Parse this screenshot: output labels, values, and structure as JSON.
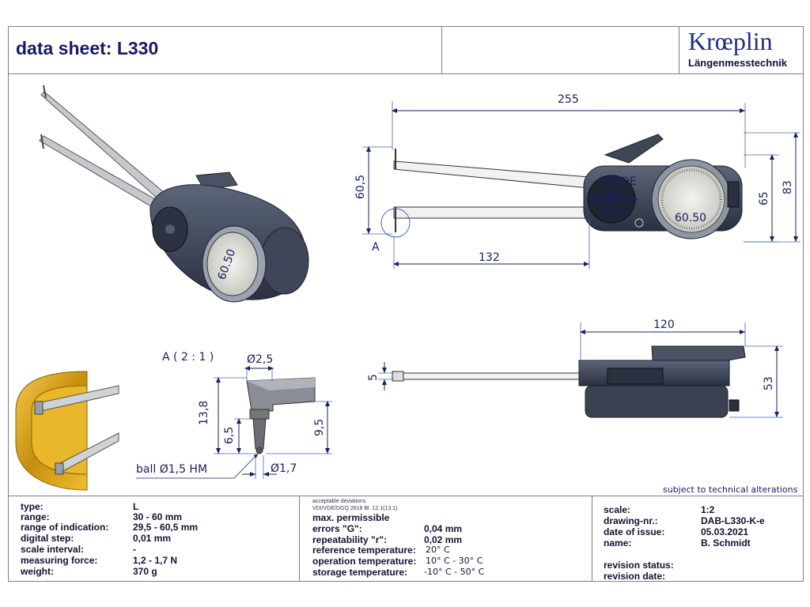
{
  "header": {
    "title": "data sheet:  L330",
    "brand": "Krœplin",
    "brand_sub": "Längenmesstechnik"
  },
  "dimensions": {
    "d255": "255",
    "d60_5": "60,5",
    "d65": "65",
    "d83": "83",
    "d132": "132",
    "d120": "120",
    "d5": "5",
    "d53": "53",
    "detailA": "A",
    "detail_title": "A ( 2 : 1 )",
    "d2_5": "Ø2,5",
    "d13_8": "13,8",
    "d6_5": "6,5",
    "d9_5": "9,5",
    "d1_7": "Ø1,7",
    "ball": "ball Ø1,5 HM"
  },
  "display": {
    "reading": "60.50",
    "mode": "MODE",
    "ok": "OK",
    "set": "SET",
    "tol": "◂TOL",
    "data": "DATA",
    "arrow": "◂◃▸"
  },
  "note": "subject to technical alterations",
  "specs": {
    "rows": [
      {
        "label": "type:",
        "value": "L"
      },
      {
        "label": "range:",
        "value": "30 - 60 mm"
      },
      {
        "label": "range of indication:",
        "value": "29,5 - 60,5 mm"
      },
      {
        "label": "digital step:",
        "value": "0,01 mm"
      },
      {
        "label": "scale interval:",
        "value": "-"
      },
      {
        "label": "measuring force:",
        "value": "1,2 - 1,7 N"
      },
      {
        "label": "weight:",
        "value": "370 g"
      }
    ]
  },
  "deviations": {
    "head1": "acceptable deviations",
    "head2": "VDI/VDE/DGQ 2618 Bl. 12.1(13.1)",
    "head3": "max. permissible",
    "rows": [
      {
        "label": "errors \"G\":",
        "value": "0,04 mm"
      },
      {
        "label": "repeatability \"r\":",
        "value": "0,02 mm"
      },
      {
        "label": "reference temperature:",
        "value": "20° C"
      },
      {
        "label": "operation temperature:",
        "value": "10° C - 30° C"
      },
      {
        "label": "storage temperature:",
        "value": "-10° C - 50° C"
      }
    ]
  },
  "drawing_info": {
    "rows": [
      {
        "label": "scale:",
        "value": "1:2"
      },
      {
        "label": "drawing-nr.:",
        "value": "DAB-L330-K-e"
      },
      {
        "label": "date of issue:",
        "value": "05.03.2021"
      },
      {
        "label": "name:",
        "value": "B. Schmidt"
      }
    ],
    "revision_status": "revision status:",
    "revision_date": "revision date:"
  }
}
